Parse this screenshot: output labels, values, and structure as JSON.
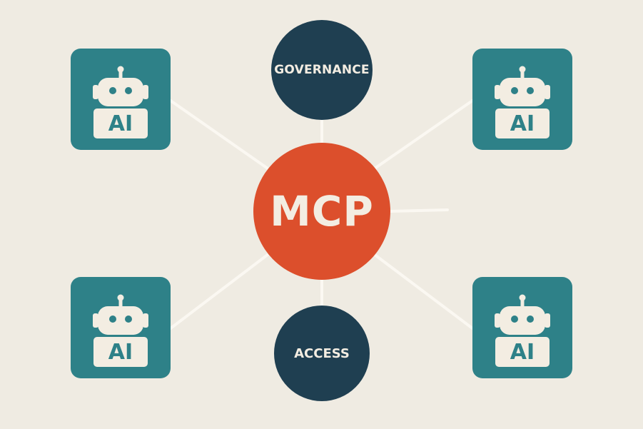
{
  "colors": {
    "background": "#efebe2",
    "hub": "#dc4f2c",
    "satellite": "#1f3f51",
    "agent": "#2e8188",
    "robot": "#f3ede2",
    "link": "#fbf8f2"
  },
  "hub": {
    "label": "MCP"
  },
  "satellites": [
    {
      "label": "GOVERNANCE"
    },
    {
      "label": "ACCESS"
    }
  ],
  "agents": [
    {
      "label": "AI",
      "icon": "robot-icon"
    },
    {
      "label": "AI",
      "icon": "robot-icon"
    },
    {
      "label": "AI",
      "icon": "robot-icon"
    },
    {
      "label": "AI",
      "icon": "robot-icon"
    }
  ]
}
